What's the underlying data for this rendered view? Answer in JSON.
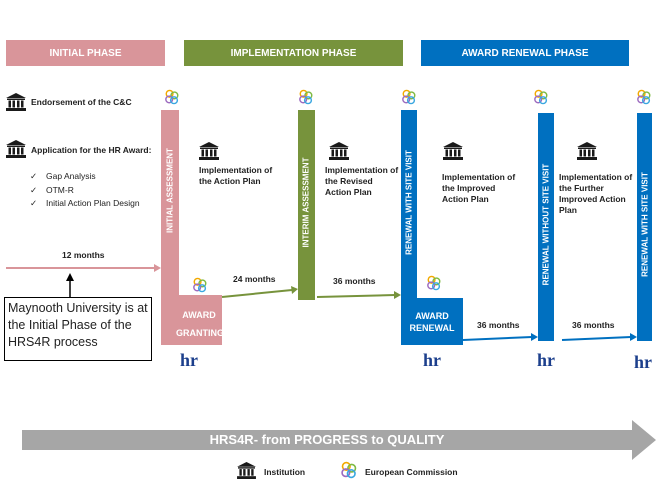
{
  "phases": {
    "initial": "INITIAL PHASE",
    "implementation": "IMPLEMENTATION PHASE",
    "award_renewal": "AWARD RENEWAL PHASE"
  },
  "left": {
    "endorsement": "Endorsement of the C&C",
    "application": "Application for the HR Award:",
    "items": [
      "Gap Analysis",
      "OTM-R",
      "Initial Action Plan Design"
    ],
    "months": "12 months"
  },
  "callout": "Maynooth University is at the Initial Phase of the HRS4R process",
  "bars": {
    "initial_assessment": "INITIAL ASSESSMENT",
    "interim_assessment": "INTERIM ASSESSMENT",
    "renewal_with_site_visit": "RENEWAL WITH  SITE VISIT",
    "renewal_without_site_visit": "RENEWAL WITHOUT  SITE VISIT",
    "renewal_with_site_visit_2": "RENEWAL WITH SITE VISIT"
  },
  "boxes": {
    "award_granting": "AWARD GRANTING",
    "award_renewal": "AWARD RENEWAL"
  },
  "steps": {
    "impl_action_plan": "Implementation of the Action Plan",
    "impl_revised": "Implementation of the Revised Action Plan",
    "impl_improved": "Implementation of the Improved Action Plan",
    "impl_further": "Implementation of the Further Improved Action Plan"
  },
  "months": {
    "m24": "24 months",
    "m36a": "36 months",
    "m36b": "36 months",
    "m36c": "36 months"
  },
  "hr_logo": "hr",
  "big_arrow": "HRS4R-  from PROGRESS  to QUALITY",
  "legend": {
    "institution": "Institution",
    "commission": "European Commission"
  },
  "colors": {
    "initial": "#d9959a",
    "implementation": "#77933c",
    "award_renewal": "#0070c0",
    "arrow_grey": "#a6a6a6"
  }
}
